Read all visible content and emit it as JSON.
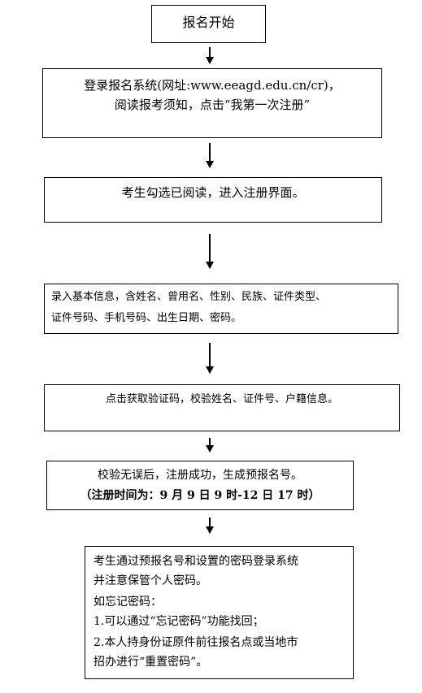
{
  "steps": {
    "start": "报名开始",
    "login": {
      "line1": "登录报名系统(网址:www.eeagd.edu.cn/cr)，",
      "line2": "阅读报考须知，点击“我第一次注册”"
    },
    "agree": "考生勾选已阅读，进入注册界面。",
    "basic_info": {
      "line1": "录入基本信息，含姓名、曾用名、性别、民族、证件类型、",
      "line2": "证件号码、手机号码、出生日期、密码。"
    },
    "verify": "点击获取验证码，校验姓名、证件号、户籍信息。",
    "success": {
      "line1": "校验无误后，注册成功，生成预报名号。",
      "line2": "（注册时间为：9 月 9 日 9 时-12 日 17 时）"
    },
    "password": {
      "line1": "考生通过预报名号和设置的密码登录系统",
      "line2": "并注意保管个人密码。",
      "line3": "如忘记密码：",
      "line4": "1.可以通过“忘记密码”功能找回；",
      "line5": "2.本人持身份证原件前往报名点或当地市",
      "line6": "招办进行“重置密码”。"
    }
  }
}
